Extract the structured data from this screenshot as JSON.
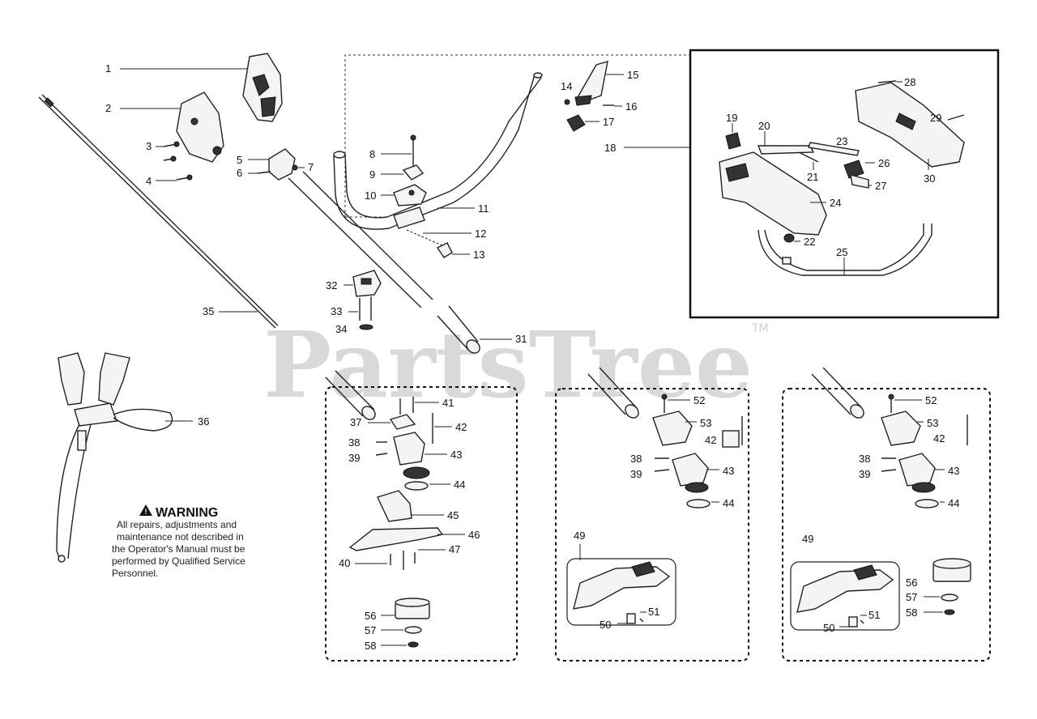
{
  "watermark": {
    "text": "PartsTree",
    "mark": "TM"
  },
  "warning": {
    "title": "WARNING",
    "icon": "warning-triangle-icon",
    "lines": [
      "All repairs, adjustments and",
      "maintenance not described in",
      "the Operator's Manual must be",
      "performed by Qualified Service",
      "Personnel."
    ]
  },
  "labels": {
    "l1": "1",
    "l2": "2",
    "l3": "3",
    "l4": "4",
    "l5": "5",
    "l6": "6",
    "l7": "7",
    "l8": "8",
    "l9": "9",
    "l10": "10",
    "l11": "11",
    "l12": "12",
    "l13": "13",
    "l14": "14",
    "l15": "15",
    "l16": "16",
    "l17": "17",
    "l18": "18",
    "l19": "19",
    "l20": "20",
    "l21": "21",
    "l22": "22",
    "l23": "23",
    "l24": "24",
    "l25": "25",
    "l26": "26",
    "l27": "27",
    "l28": "28",
    "l29": "29",
    "l30": "30",
    "l31": "31",
    "l32": "32",
    "l33": "33",
    "l34": "34",
    "l35": "35",
    "l36": "36",
    "a37": "37",
    "a38": "38",
    "a39": "39",
    "a40": "40",
    "a41": "41",
    "a42": "42",
    "a43": "43",
    "a44": "44",
    "a45": "45",
    "a46": "46",
    "a47": "47",
    "a56": "56",
    "a57": "57",
    "a58": "58",
    "b38": "38",
    "b39": "39",
    "b42": "42",
    "b43": "43",
    "b44": "44",
    "b49": "49",
    "b50": "50",
    "b51": "51",
    "b52": "52",
    "b53": "53",
    "c38": "38",
    "c39": "39",
    "c42": "42",
    "c43": "43",
    "c44": "44",
    "c49": "49",
    "c50": "50",
    "c51": "51",
    "c52": "52",
    "c53": "53",
    "c56": "56",
    "c57": "57",
    "c58": "58"
  }
}
